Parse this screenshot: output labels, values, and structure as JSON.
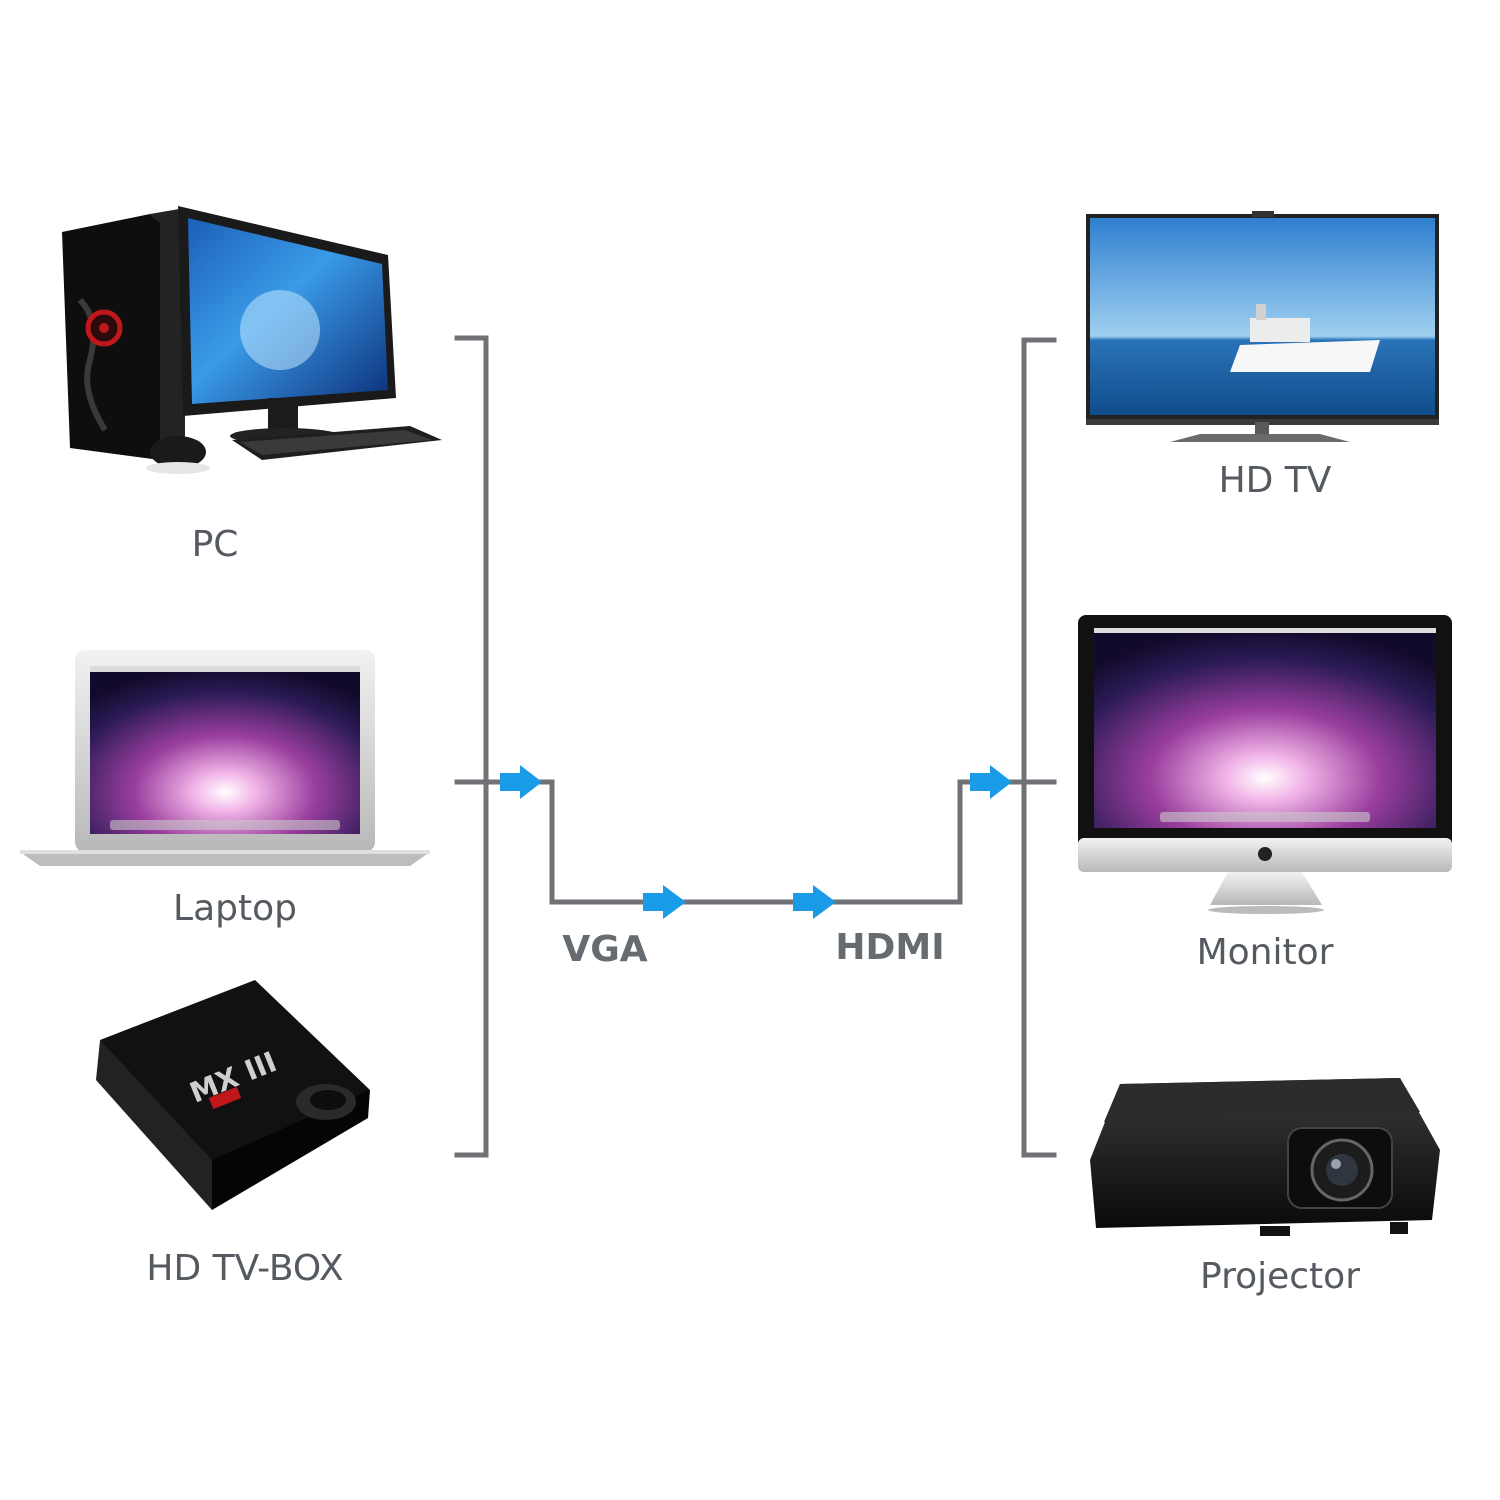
{
  "colors": {
    "line": "#707275",
    "arrow": "#1a9be8",
    "label": "#555a60"
  },
  "sources": {
    "pc": "PC",
    "laptop": "Laptop",
    "tvbox": "HD TV-BOX",
    "tvbox_logo": "MX III"
  },
  "connector": {
    "input": "VGA",
    "output": "HDMI"
  },
  "outputs": {
    "hdtv": "HD TV",
    "monitor": "Monitor",
    "projector": "Projector"
  }
}
